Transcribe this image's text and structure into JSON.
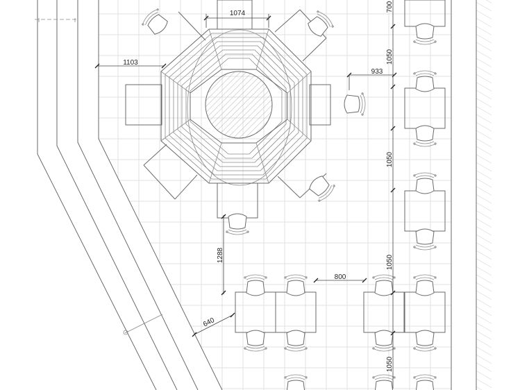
{
  "dimensions": {
    "d1074": "1074",
    "d1103": "1103",
    "d933": "933",
    "d700": "700",
    "d1050_a": "1050",
    "d1050_b": "1050",
    "d1050_c": "1050",
    "d1050_d": "1050",
    "d1288": "1288",
    "d800": "800",
    "d640": "640"
  },
  "colors": {
    "line": "#6a6a6a",
    "grid": "#e2e2e2",
    "text": "#222222",
    "background": "#ffffff"
  }
}
